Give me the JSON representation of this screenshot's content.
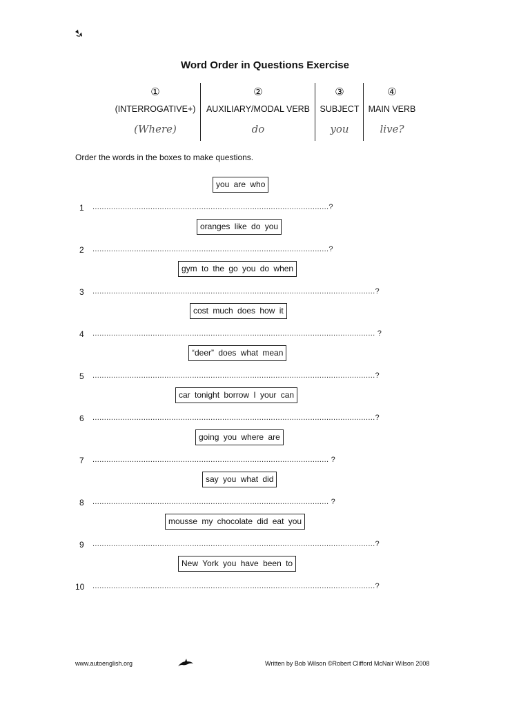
{
  "title": "Word Order in Questions Exercise",
  "columns": [
    {
      "number": "①",
      "label": "(INTERROGATIVE+)",
      "example": "(Where)"
    },
    {
      "number": "②",
      "label": "AUXILIARY/MODAL VERB",
      "example": "do"
    },
    {
      "number": "③",
      "label": "SUBJECT",
      "example": "you"
    },
    {
      "number": "④",
      "label": "MAIN VERB",
      "example": "live?"
    }
  ],
  "instruction": "Order the words in the boxes to make questions.",
  "items": [
    {
      "number": "1",
      "words": "you are who",
      "answer_line": "......................................................................................................?"
    },
    {
      "number": "2",
      "words": "oranges like do you",
      "answer_line": "......................................................................................................?"
    },
    {
      "number": "3",
      "words": "gym to the go you do when",
      "answer_line": "..........................................................................................................................?"
    },
    {
      "number": "4",
      "words": "cost much does how it",
      "answer_line": ".......................................................................................................................... ?"
    },
    {
      "number": "5",
      "words": "“deer” does what mean",
      "answer_line": "..........................................................................................................................?"
    },
    {
      "number": "6",
      "words": "car tonight borrow I your can",
      "answer_line": "..........................................................................................................................?"
    },
    {
      "number": "7",
      "words": "going you where are",
      "answer_line": "...................................................................................................... ?"
    },
    {
      "number": "8",
      "words": "say you what did",
      "answer_line": "...................................................................................................... ?"
    },
    {
      "number": "9",
      "words": "mousse my chocolate did eat you",
      "answer_line": "..........................................................................................................................?"
    },
    {
      "number": "10",
      "words": "New York you have been to",
      "answer_line": "..........................................................................................................................?"
    }
  ],
  "footer": {
    "website": "www.autoenglish.org",
    "credit": "Written by Bob Wilson ©Robert Clifford McNair Wilson 2008"
  }
}
